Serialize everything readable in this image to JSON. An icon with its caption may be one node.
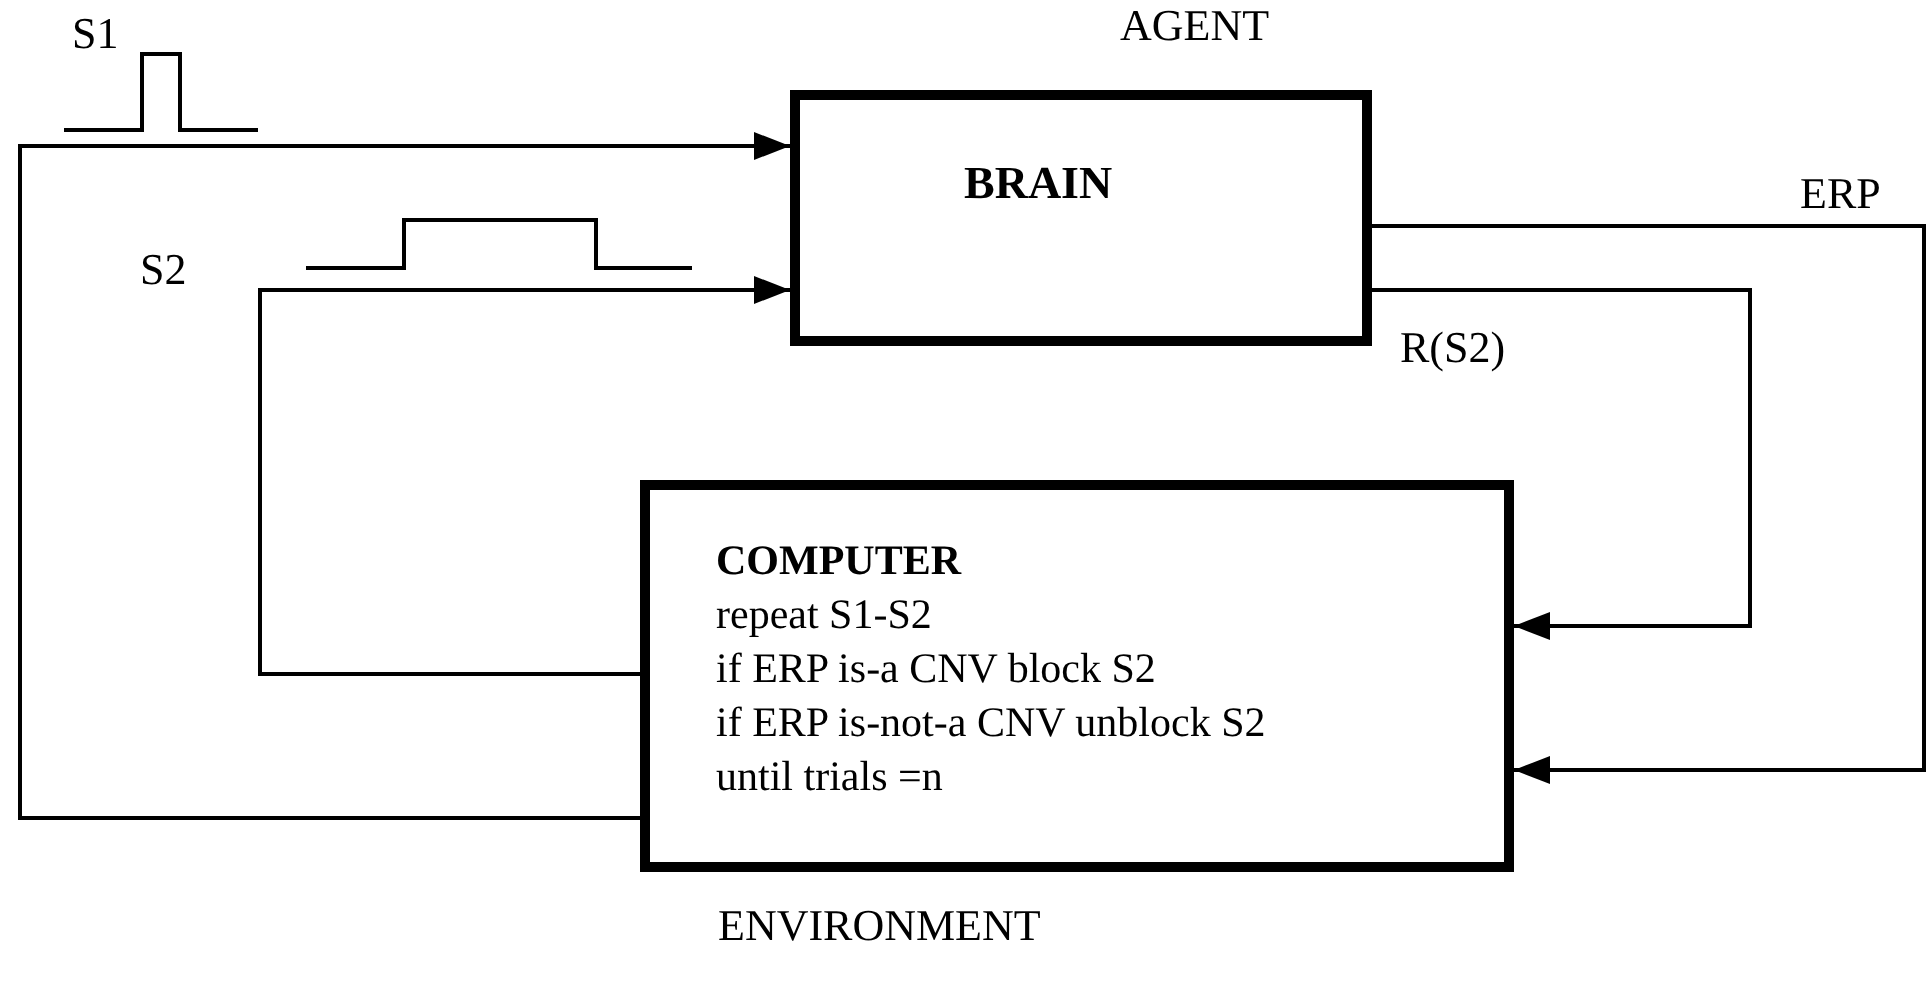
{
  "diagram": {
    "nodes": [
      {
        "text": [
          "BRAIN"
        ],
        "beside": [
          "AGENT"
        ]
      },
      {
        "text": [
          "COMPUTER",
          "repeat S1-S2",
          "if ERP is-a CNV block S2",
          "if ERP is-not-a CNV unblock S2",
          "until trials =n"
        ],
        "beside": [
          "ENVIRONMENT"
        ]
      }
    ],
    "edges": [
      {
        "from": 1,
        "to": 0,
        "arrow": "to",
        "label": "S1"
      },
      {
        "from": 1,
        "to": 0,
        "arrow": "to",
        "label": "S2"
      },
      {
        "from": 0,
        "to": 1,
        "arrow": "to",
        "label": "ERP"
      },
      {
        "from": 0,
        "to": 1,
        "arrow": "to",
        "label": "R(S2)"
      }
    ]
  }
}
